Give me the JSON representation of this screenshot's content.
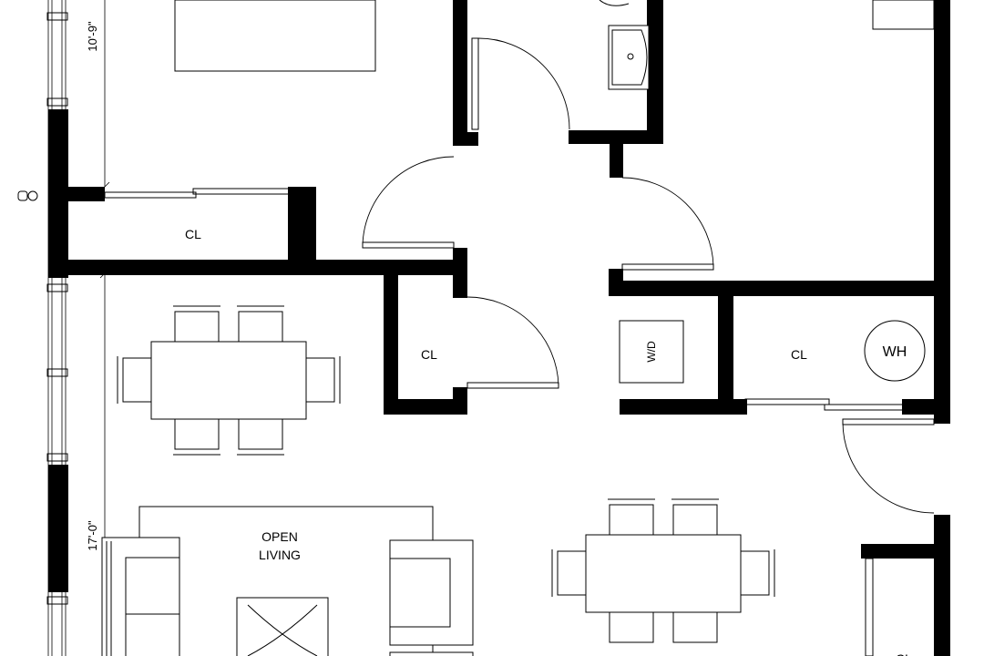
{
  "labels": {
    "closet_bedroom": "CL",
    "closet_center": "CL",
    "closet_right": "CL",
    "washer_dryer": "W/D",
    "water_heater": "WH",
    "open_living_line1": "OPEN",
    "open_living_line2": "LIVING",
    "closet_bottom_partial": "CL"
  },
  "dimensions": {
    "top": "10'-9\"",
    "bottom": "17'-0\""
  }
}
